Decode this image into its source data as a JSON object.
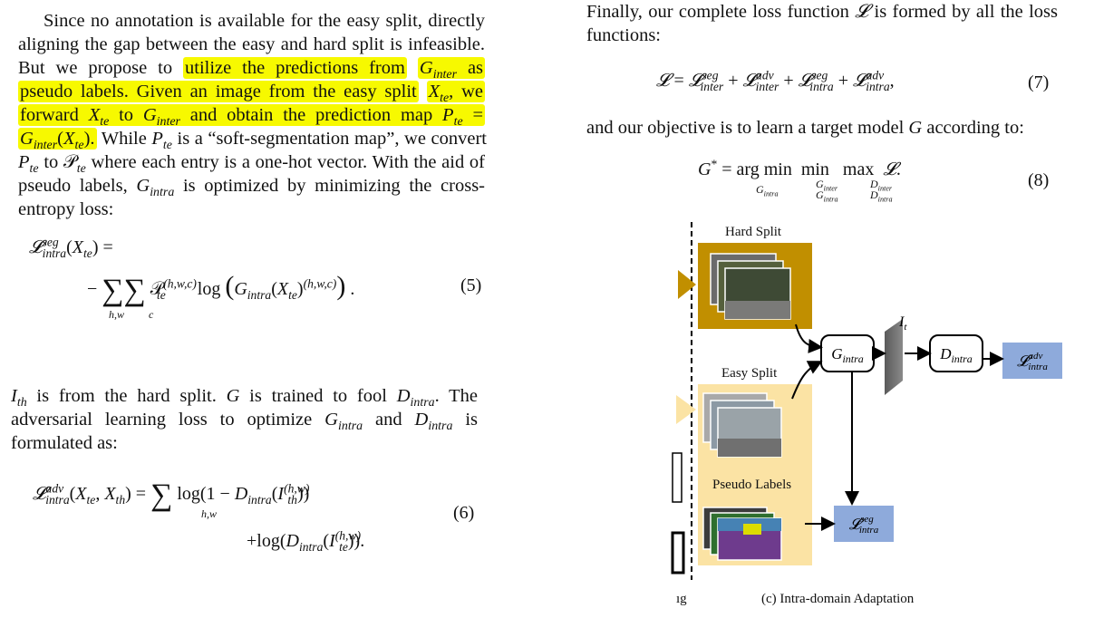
{
  "left_paragraph": {
    "plain_start": "Since no annotation is available for the easy split, directly aligning the gap between the easy and hard split is infeasible. But we propose to ",
    "highlight_part1": "utilize the predictions from",
    "highlight_part2": "as pseudo labels. Given an image from the easy split",
    "highlight_part3": "we forward",
    "highlight_part4": "to",
    "highlight_part5": "and obtain the prediction map",
    "plain_end_1": "While",
    "plain_end_2": "is a “soft-segmentation map”, we convert",
    "plain_end_3": "to",
    "plain_end_4": "where each entry is a one-hot vector. With the aid of pseudo labels,",
    "plain_end_5": "is optimized by minimizing the cross-entropy loss:"
  },
  "eq5": {
    "number": "(5)"
  },
  "left_paragraph2": {
    "text_a": "is from the hard split.",
    "text_b": "is trained to fool",
    "text_c": ". The adversarial learning loss to optimize",
    "text_d": "and",
    "text_e": "is formulated as:"
  },
  "eq6": {
    "number": "(6)"
  },
  "right_paragraph1": {
    "text": "Finally, our complete loss function",
    "text2": "is formed by all the loss functions:"
  },
  "eq7": {
    "number": "(7)"
  },
  "right_paragraph2": {
    "text": "and our objective is to learn a target model",
    "text2": "according to:"
  },
  "eq8": {
    "number": "(8)"
  },
  "figure": {
    "hard_split_label": "Hard Split",
    "easy_split_label": "Easy Split",
    "pseudo_labels_label": "Pseudo Labels",
    "caption": "(c) Intra-domain Adaptation",
    "cut_caption": "ıg",
    "colors": {
      "hard": "#c18f00",
      "easy": "#fbe3a4",
      "loss": "#8eaadb"
    }
  }
}
